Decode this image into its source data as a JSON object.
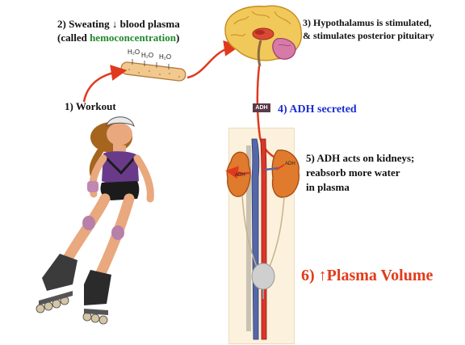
{
  "steps": {
    "step1": "1) Workout",
    "step2_line1": "2) Sweating",
    "step2_arrow": "↓",
    "step2_line1b": "blood plasma",
    "step2_line2a": "(called ",
    "step2_line2b": "hemoconcentration",
    "step2_line2c": ")",
    "step3_line1": "3) Hypothalamus is stimulated,",
    "step3_line2": "& stimulates posterior pituitary",
    "step4": "4) ADH secreted",
    "step5_line1": "5) ADH acts on kidneys;",
    "step5_line2": "reabsorb more water",
    "step5_line3": "in plasma",
    "step6_arrow": "↑",
    "step6": "6) ",
    "step6b": "Plasma Volume"
  },
  "tags": {
    "adh_vessel": "ADH",
    "kidney_left": "ADH",
    "kidney_right": "ADH",
    "h2o_1": "H₂O",
    "h2o_2": "H₂O",
    "h2o_3": "H₂O"
  },
  "colors": {
    "arrow": "#e03a1e",
    "hemo": "#1f8a2a",
    "adh_text": "#1c2fd0",
    "plasma": "#e23a1a"
  }
}
